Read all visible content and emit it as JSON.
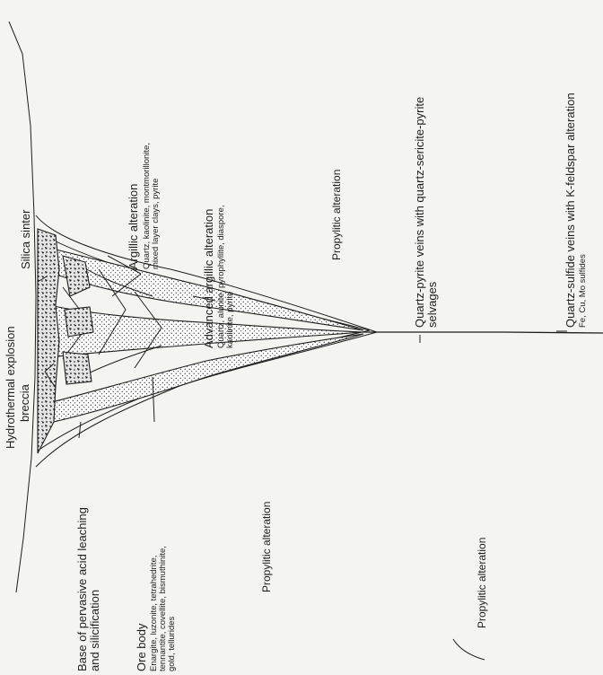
{
  "labels": {
    "silica_sinter": "Silica sinter",
    "hydrothermal_explosion": "Hydrothermal explosion",
    "breccia": "breccia",
    "base_leaching_1": "Base of pervasive acid leaching",
    "base_leaching_2": "and silicification",
    "ore_body_title": "Ore body",
    "ore_body_1": "Enargite, luzonite, tetrahedrite,",
    "ore_body_2": "tennantite, covellite, bismuthinite,",
    "ore_body_3": "gold, tellurides",
    "argillic_title": "Argillic alteration",
    "argillic_1": "Quartz, kaolinite, montmorillonite,",
    "argillic_2": "mixed layer clays, pyrite",
    "adv_argillic_title": "Advanced argillic alteration",
    "adv_argillic_1": "Quartz, alunite, pyrophyllite, diaspore,",
    "adv_argillic_2": "kaolinite, pyrite",
    "propylitic_upper": "Propylitic alteration",
    "propylitic_left": "Propylitic alteration",
    "propylitic_lower": "Propylitic alteration",
    "qp_veins_1": "Quartz-pyrite veins with quartz-sericite-pyrite",
    "qp_veins_2": "selvages",
    "qs_veins_title": "Quartz-sulfide veins with K-feldspar alteration",
    "qs_veins_sub": "Fe, Cu, Mo sulfides"
  }
}
